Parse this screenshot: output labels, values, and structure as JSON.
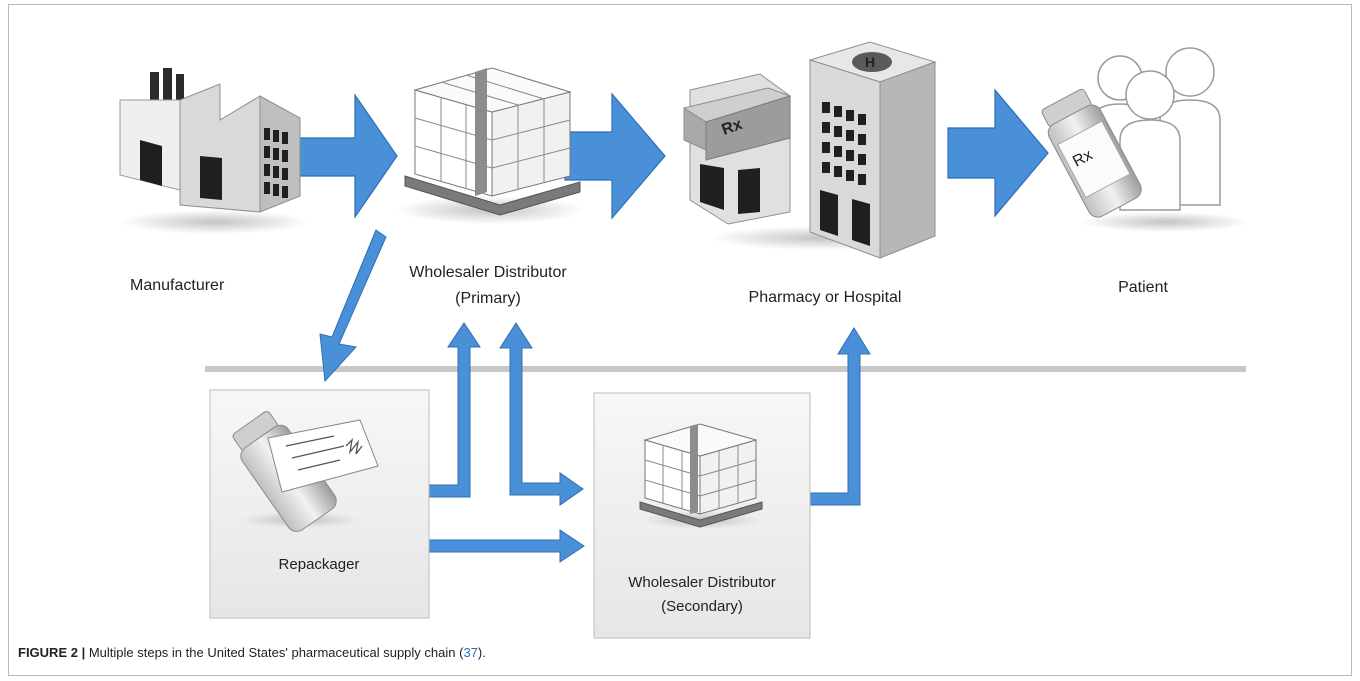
{
  "labels": {
    "manufacturer": "Manufacturer",
    "wholesaler_primary_l1": "Wholesaler Distributor",
    "wholesaler_primary_l2": "(Primary)",
    "pharmacy_hospital": "Pharmacy or Hospital",
    "patient": "Patient",
    "repackager": "Repackager",
    "wholesaler_secondary_l1": "Wholesaler Distributor",
    "wholesaler_secondary_l2": "(Secondary)"
  },
  "icon_text": {
    "rx_pharmacy": "Rx",
    "hospital": "H",
    "rx_bottle": "Rx"
  },
  "caption": {
    "figure_label": "FIGURE 2 |",
    "text": " Multiple steps in the United States' pharmaceutical supply chain (",
    "ref": "37",
    "end": ")."
  },
  "colors": {
    "arrow_fill": "#4a90d9",
    "arrow_stroke": "#2f6fb2",
    "box_fill": "#f2f2f2",
    "box_stroke": "#bdbdbd",
    "divider": "#c8c8c8",
    "ref_link": "#1f6fc0"
  }
}
